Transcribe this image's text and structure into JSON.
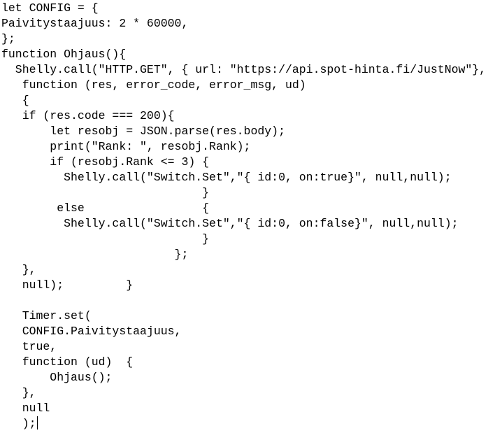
{
  "code_lines": [
    "let CONFIG = {",
    "Paivitystaajuus: 2 * 60000,",
    "};",
    "function Ohjaus(){",
    "  Shelly.call(\"HTTP.GET\", { url: \"https://api.spot-hinta.fi/JustNow\"},",
    "   function (res, error_code, error_msg, ud)",
    "   {",
    "   if (res.code === 200){",
    "       let resobj = JSON.parse(res.body);",
    "       print(\"Rank: \", resobj.Rank);",
    "       if (resobj.Rank <= 3) {",
    "         Shelly.call(\"Switch.Set\",\"{ id:0, on:true}\", null,null);",
    "                             }",
    "        else                 {",
    "         Shelly.call(\"Switch.Set\",\"{ id:0, on:false}\", null,null);",
    "                             }",
    "                         };",
    "   },",
    "   null);         }",
    "",
    "   Timer.set(",
    "   CONFIG.Paivitystaajuus,",
    "   true,",
    "   function (ud)  {",
    "       Ohjaus();",
    "   },",
    "   null",
    "   );"
  ]
}
